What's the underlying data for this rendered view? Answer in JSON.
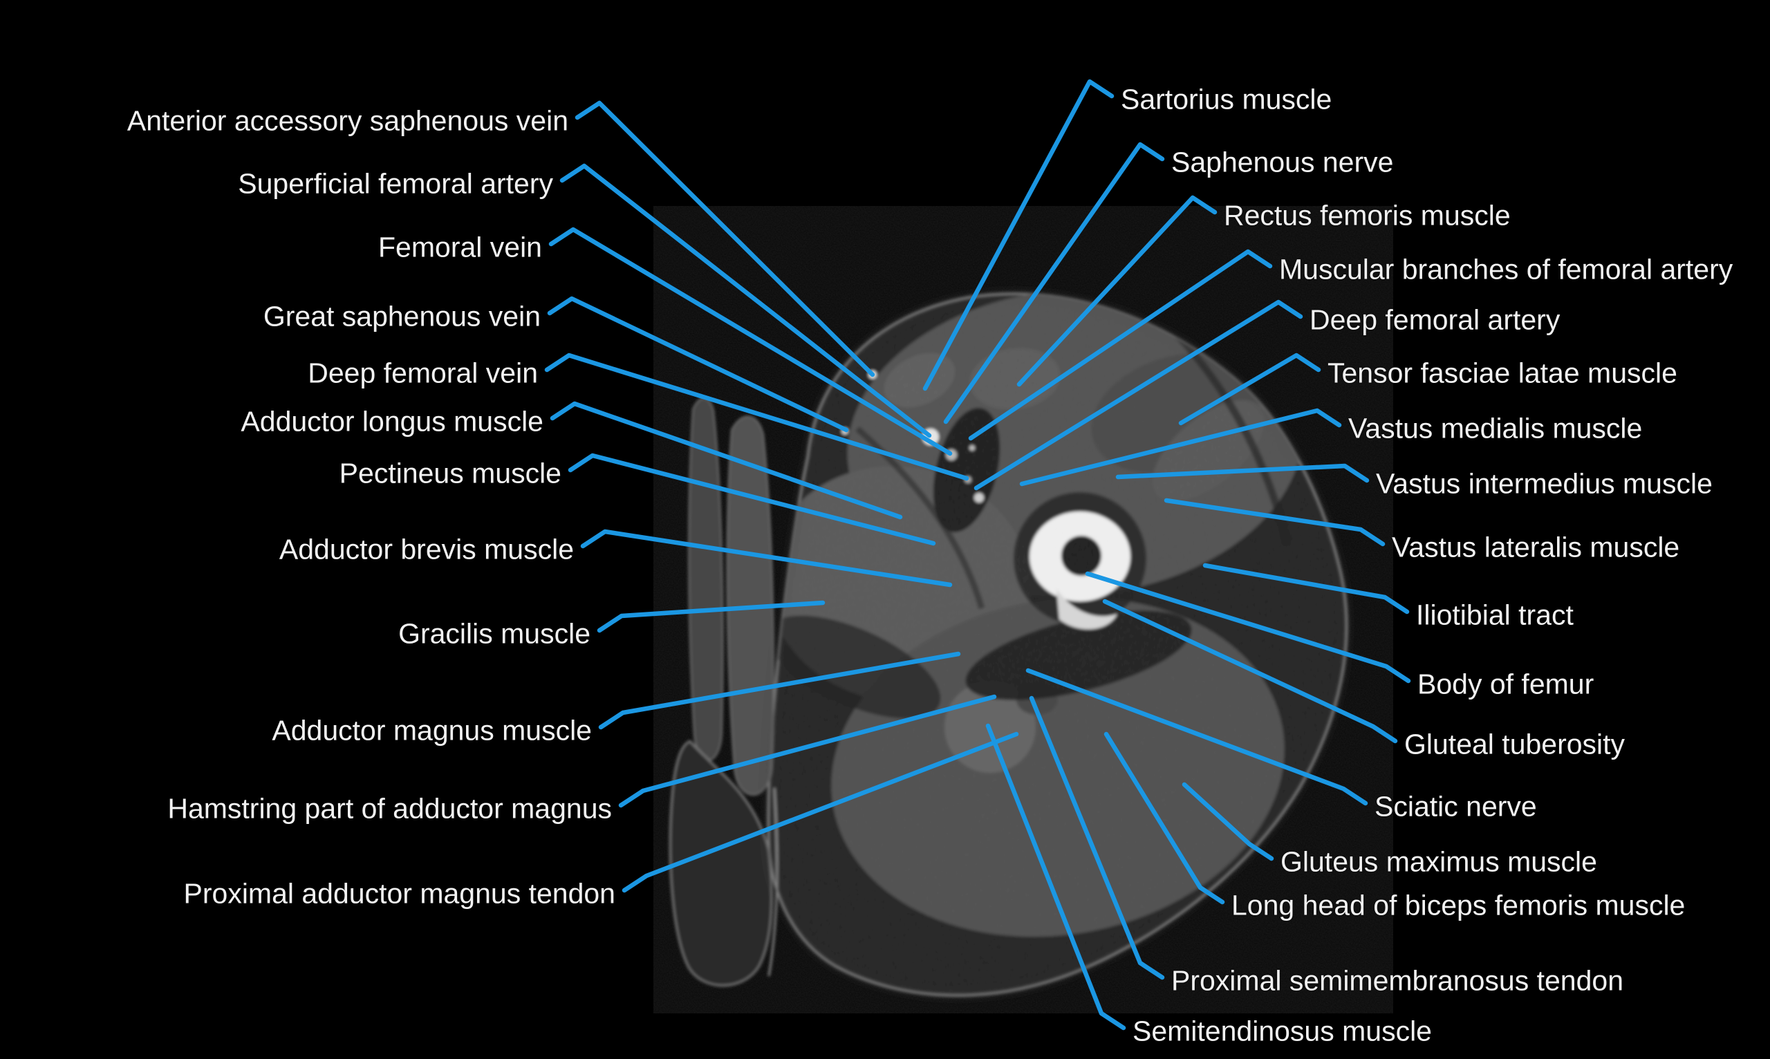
{
  "colors": {
    "background": "#000000",
    "leader_line": "#1b97e3",
    "label_text": "#f2f2f2",
    "bone_white": "#f2f2f2"
  },
  "labels": {
    "left": [
      "Anterior accessory saphenous vein",
      "Superficial femoral artery",
      "Femoral vein",
      "Great saphenous vein",
      "Deep femoral vein",
      "Adductor longus muscle",
      "Pectineus muscle",
      "Adductor brevis muscle",
      "Gracilis muscle",
      "Adductor magnus muscle",
      "Hamstring part of adductor magnus",
      "Proximal adductor magnus tendon"
    ],
    "right": [
      "Sartorius muscle",
      "Saphenous nerve",
      "Rectus femoris muscle",
      "Muscular branches of femoral artery",
      "Deep femoral artery",
      "Tensor fasciae latae muscle",
      "Vastus medialis muscle",
      "Vastus intermedius muscle",
      "Vastus lateralis muscle",
      "Iliotibial tract",
      "Body of femur",
      "Gluteal tuberosity",
      "Sciatic nerve",
      "Gluteus maximus muscle",
      "Long head of biceps femoris muscle",
      "Proximal semimembranosus tendon",
      "Semitendinosus muscle"
    ]
  }
}
